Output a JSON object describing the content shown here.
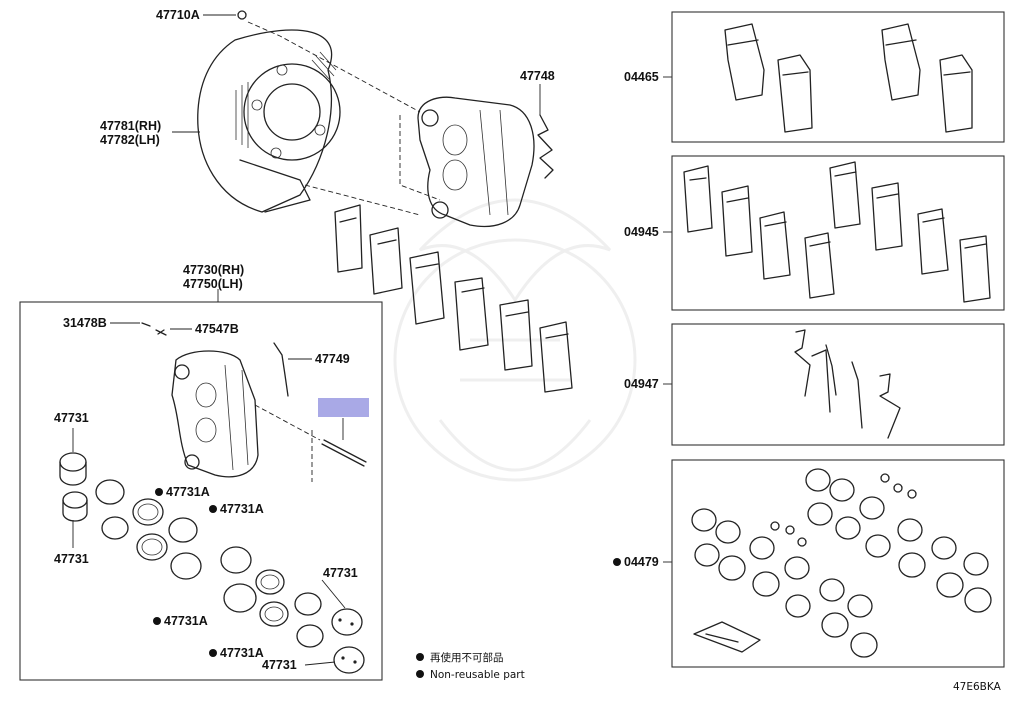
{
  "labels": {
    "p47710a": "47710A",
    "p47781": "47781(RH)",
    "p47782": "47782(LH)",
    "p47748": "47748",
    "p47730": "47730(RH)",
    "p47750": "47750(LH)",
    "p31478b": "31478B",
    "p47547b": "47547B",
    "p47749": "47749",
    "p47731_top": "47731",
    "p47731_mid": "47731",
    "p47731a_1": "47731A",
    "p47731a_2": "47731A",
    "p47731a_3": "47731A",
    "p47731a_4": "47731A",
    "p47731_right": "47731",
    "p47731_bottom": "47731",
    "p04465": "04465",
    "p04945": "04945",
    "p04947": "04947",
    "p04479": "04479"
  },
  "legend": {
    "jp": "再使用不可部品",
    "en": "Non-reusable part"
  },
  "diagram_code": "47E6BKA",
  "colors": {
    "highlight": "#a9a9e6",
    "line": "#222222",
    "watermark": "#efefef"
  }
}
